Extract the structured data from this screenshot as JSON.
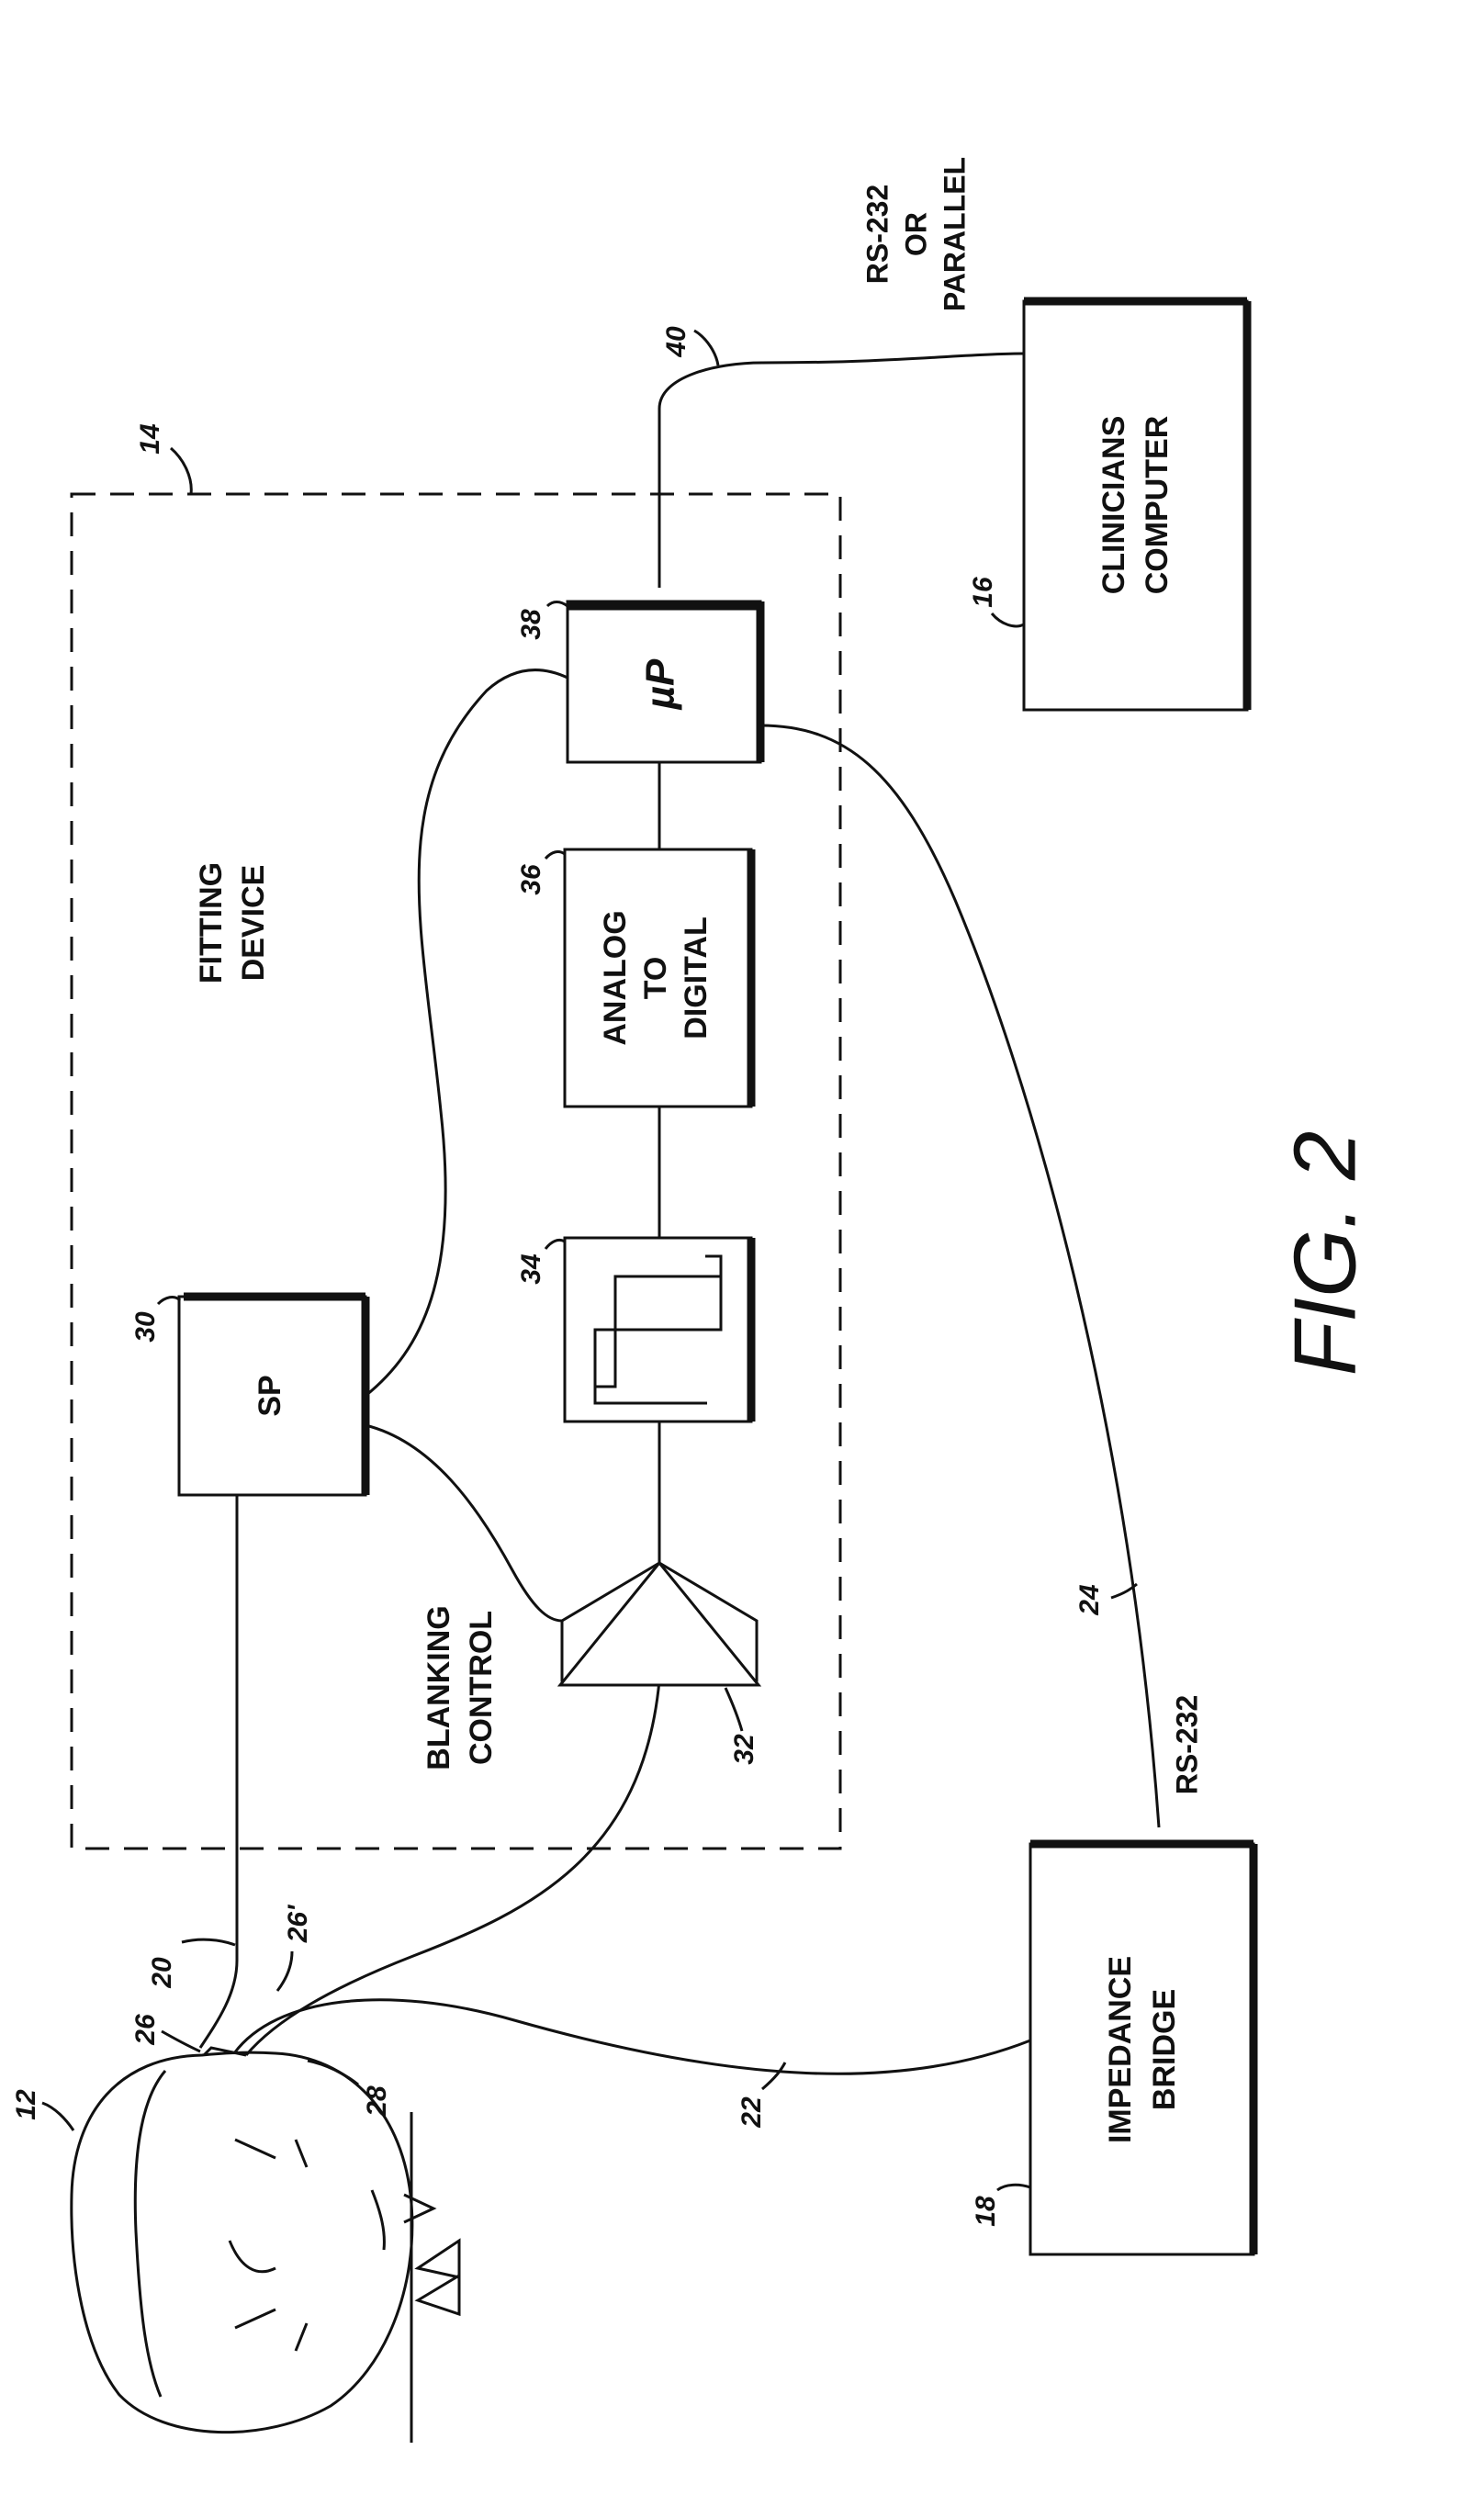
{
  "figure": {
    "caption": "FIG. 2"
  },
  "fitting_device": {
    "ref": "14",
    "label_line1": "FITTING",
    "label_line2": "DEVICE"
  },
  "blanking": {
    "line1": "BLANKING",
    "line2": "CONTROL"
  },
  "blocks": {
    "sp": {
      "ref": "30",
      "label": "SP"
    },
    "amplifier": {
      "ref": "32"
    },
    "pulse": {
      "ref": "34"
    },
    "adc": {
      "ref": "36",
      "line1": "ANALOG",
      "line2": "TO",
      "line3": "DIGITAL"
    },
    "up": {
      "ref": "38",
      "label": "µP"
    },
    "computer": {
      "ref": "16",
      "line1": "CLINICIANS",
      "line2": "COMPUTER"
    },
    "bridge": {
      "ref": "18",
      "line1": "IMPEDANCE",
      "line2": "BRIDGE"
    }
  },
  "links": {
    "computer_link": {
      "ref": "40",
      "line1": "RS-232",
      "line2": "OR",
      "line3": "PARALLEL"
    },
    "bridge_link": {
      "ref": "24",
      "label": "RS-232"
    }
  },
  "leads": {
    "patient": "12",
    "l20": "20",
    "l22": "22",
    "l26": "26",
    "l26p": "26'",
    "l28": "28"
  }
}
